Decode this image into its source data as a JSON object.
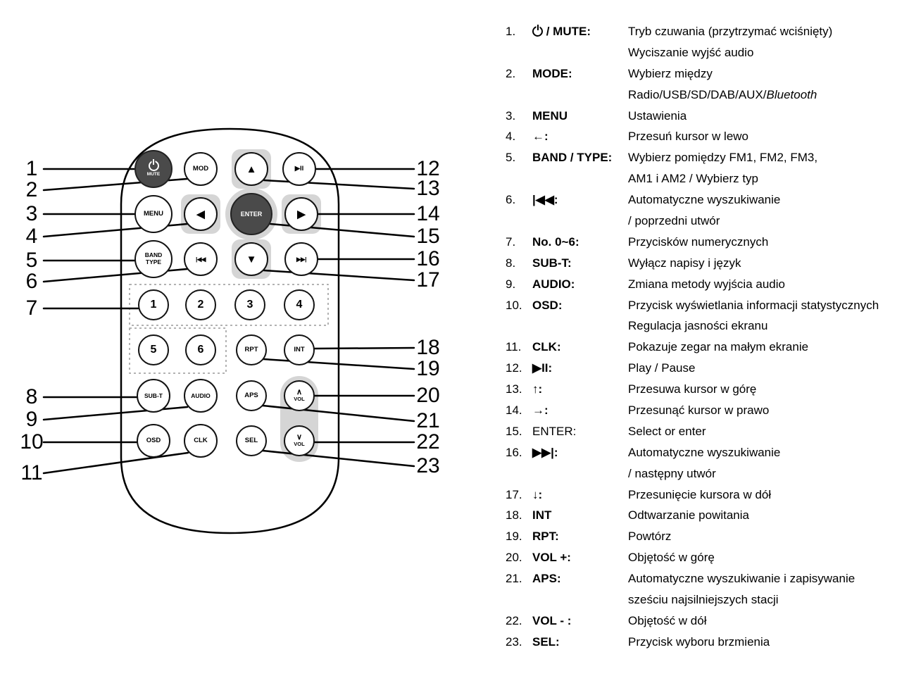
{
  "remote": {
    "buttons": [
      {
        "key": "power-mute",
        "icon": "power-icon",
        "label": "MUTE",
        "variant": "dark"
      },
      {
        "key": "mod",
        "label": "MOD"
      },
      {
        "key": "cursor-up",
        "glyph": "▲",
        "icon": "up-arrow-icon"
      },
      {
        "key": "play-pause",
        "glyph": "▶II",
        "icon": "play-pause-icon"
      },
      {
        "key": "menu",
        "label": "MENU"
      },
      {
        "key": "cursor-left",
        "glyph": "◀",
        "icon": "left-arrow-icon"
      },
      {
        "key": "enter",
        "label": "ENTER",
        "variant": "dark"
      },
      {
        "key": "cursor-right",
        "glyph": "▶",
        "icon": "right-arrow-icon"
      },
      {
        "key": "band-type",
        "label": "BAND",
        "label2": "TYPE"
      },
      {
        "key": "prev-track",
        "glyph": "|◀◀",
        "icon": "previous-track-icon"
      },
      {
        "key": "cursor-down",
        "glyph": "▼",
        "icon": "down-arrow-icon"
      },
      {
        "key": "next-track",
        "glyph": "▶▶|",
        "icon": "next-track-icon"
      },
      {
        "key": "num-1",
        "label": "1"
      },
      {
        "key": "num-2",
        "label": "2"
      },
      {
        "key": "num-3",
        "label": "3"
      },
      {
        "key": "num-4",
        "label": "4"
      },
      {
        "key": "num-5",
        "label": "5"
      },
      {
        "key": "num-6",
        "label": "6"
      },
      {
        "key": "rpt",
        "label": "RPT"
      },
      {
        "key": "int",
        "label": "INT"
      },
      {
        "key": "sub-t",
        "label": "SUB-T"
      },
      {
        "key": "audio",
        "label": "AUDIO"
      },
      {
        "key": "aps",
        "label": "APS"
      },
      {
        "key": "vol-up",
        "glyph": "∧",
        "label": "VOL",
        "icon": "volume-up-icon"
      },
      {
        "key": "osd",
        "label": "OSD"
      },
      {
        "key": "clk",
        "label": "CLK"
      },
      {
        "key": "sel",
        "label": "SEL"
      },
      {
        "key": "vol-down",
        "glyph": "∨",
        "label": "VOL",
        "icon": "volume-down-icon"
      }
    ]
  },
  "callouts": [
    "1",
    "2",
    "3",
    "4",
    "5",
    "6",
    "7",
    "8",
    "9",
    "10",
    "11",
    "12",
    "13",
    "14",
    "15",
    "16",
    "17",
    "18",
    "19",
    "20",
    "21",
    "22",
    "23"
  ],
  "legend": {
    "items": [
      {
        "num": "1.",
        "term": "/ MUTE:",
        "term_icon": "power-icon",
        "bold": true,
        "lines": [
          "Tryb czuwania (przytrzymać wciśnięty)",
          "Wyciszanie wyjść audio"
        ]
      },
      {
        "num": "2.",
        "term": "MODE:",
        "bold": true,
        "lines": [
          "Wybierz między",
          {
            "text": "Radio/USB/SD/DAB/AUX/",
            "italic": "Bluetooth"
          }
        ]
      },
      {
        "num": "3.",
        "term": "MENU",
        "bold": true,
        "lines": [
          "Ustawienia"
        ]
      },
      {
        "num": "4.",
        "term": "←:",
        "bold": true,
        "lines": [
          "Przesuń kursor w lewo"
        ]
      },
      {
        "num": "5.",
        "term": "BAND / TYPE:",
        "bold": true,
        "lines": [
          "Wybierz pomiędzy FM1, FM2, FM3,",
          "AM1 i AM2 / Wybierz typ"
        ]
      },
      {
        "num": "6.",
        "term": "|◀◀:",
        "bold": true,
        "lines": [
          "Automatyczne wyszukiwanie",
          "/ poprzedni utwór"
        ]
      },
      {
        "num": "7.",
        "term": "No. 0~6:",
        "bold": true,
        "lines": [
          "Przycisków numerycznych"
        ]
      },
      {
        "num": "8.",
        "term": "SUB-T:",
        "bold": true,
        "lines": [
          "Wyłącz napisy i język"
        ]
      },
      {
        "num": "9.",
        "term": "AUDIO:",
        "bold": true,
        "lines": [
          "Zmiana metody wyjścia audio"
        ]
      },
      {
        "num": "10.",
        "term": "OSD:",
        "bold": true,
        "lines": [
          "Przycisk wyświetlania informacji statystycznych",
          "Regulacja jasności ekranu"
        ]
      },
      {
        "num": "11.",
        "term": "CLK:",
        "bold": true,
        "lines": [
          "Pokazuje zegar na małym ekranie"
        ]
      },
      {
        "num": "12.",
        "term": "▶II:",
        "bold": true,
        "lines": [
          "Play / Pause"
        ]
      },
      {
        "num": "13.",
        "term": "↑:",
        "bold": true,
        "lines": [
          "Przesuwa kursor w górę"
        ]
      },
      {
        "num": "14.",
        "term": "→:",
        "bold": true,
        "lines": [
          "Przesunąć kursor w prawo"
        ]
      },
      {
        "num": "15.",
        "term": "ENTER:",
        "bold": false,
        "lines": [
          "Select or enter"
        ]
      },
      {
        "num": "16.",
        "term": "▶▶|:",
        "bold": true,
        "lines": [
          "Automatyczne wyszukiwanie",
          "/ następny utwór"
        ]
      },
      {
        "num": "17.",
        "term": "↓:",
        "bold": true,
        "lines": [
          "Przesunięcie kursora w dół"
        ]
      },
      {
        "num": "18.",
        "term": "INT",
        "bold": true,
        "lines": [
          "Odtwarzanie powitania"
        ]
      },
      {
        "num": "19.",
        "term": "RPT:",
        "bold": true,
        "lines": [
          "Powtórz"
        ]
      },
      {
        "num": "20.",
        "term": "VOL +:",
        "bold": true,
        "lines": [
          "Objętość w górę"
        ]
      },
      {
        "num": "21.",
        "term": "APS:",
        "bold": true,
        "lines": [
          "Automatyczne wyszukiwanie i zapisywanie",
          "sześciu najsilniejszych stacji"
        ]
      },
      {
        "num": "22.",
        "term": "VOL - :",
        "bold": true,
        "lines": [
          "Objętość w dół"
        ]
      },
      {
        "num": "23.",
        "term": "SEL:",
        "bold": true,
        "lines": [
          "Przycisk wyboru brzmienia"
        ]
      }
    ]
  },
  "colors": {
    "button_dark": "#4a4a4a",
    "pad_gray": "#d5d5d5",
    "ink": "#000000"
  }
}
